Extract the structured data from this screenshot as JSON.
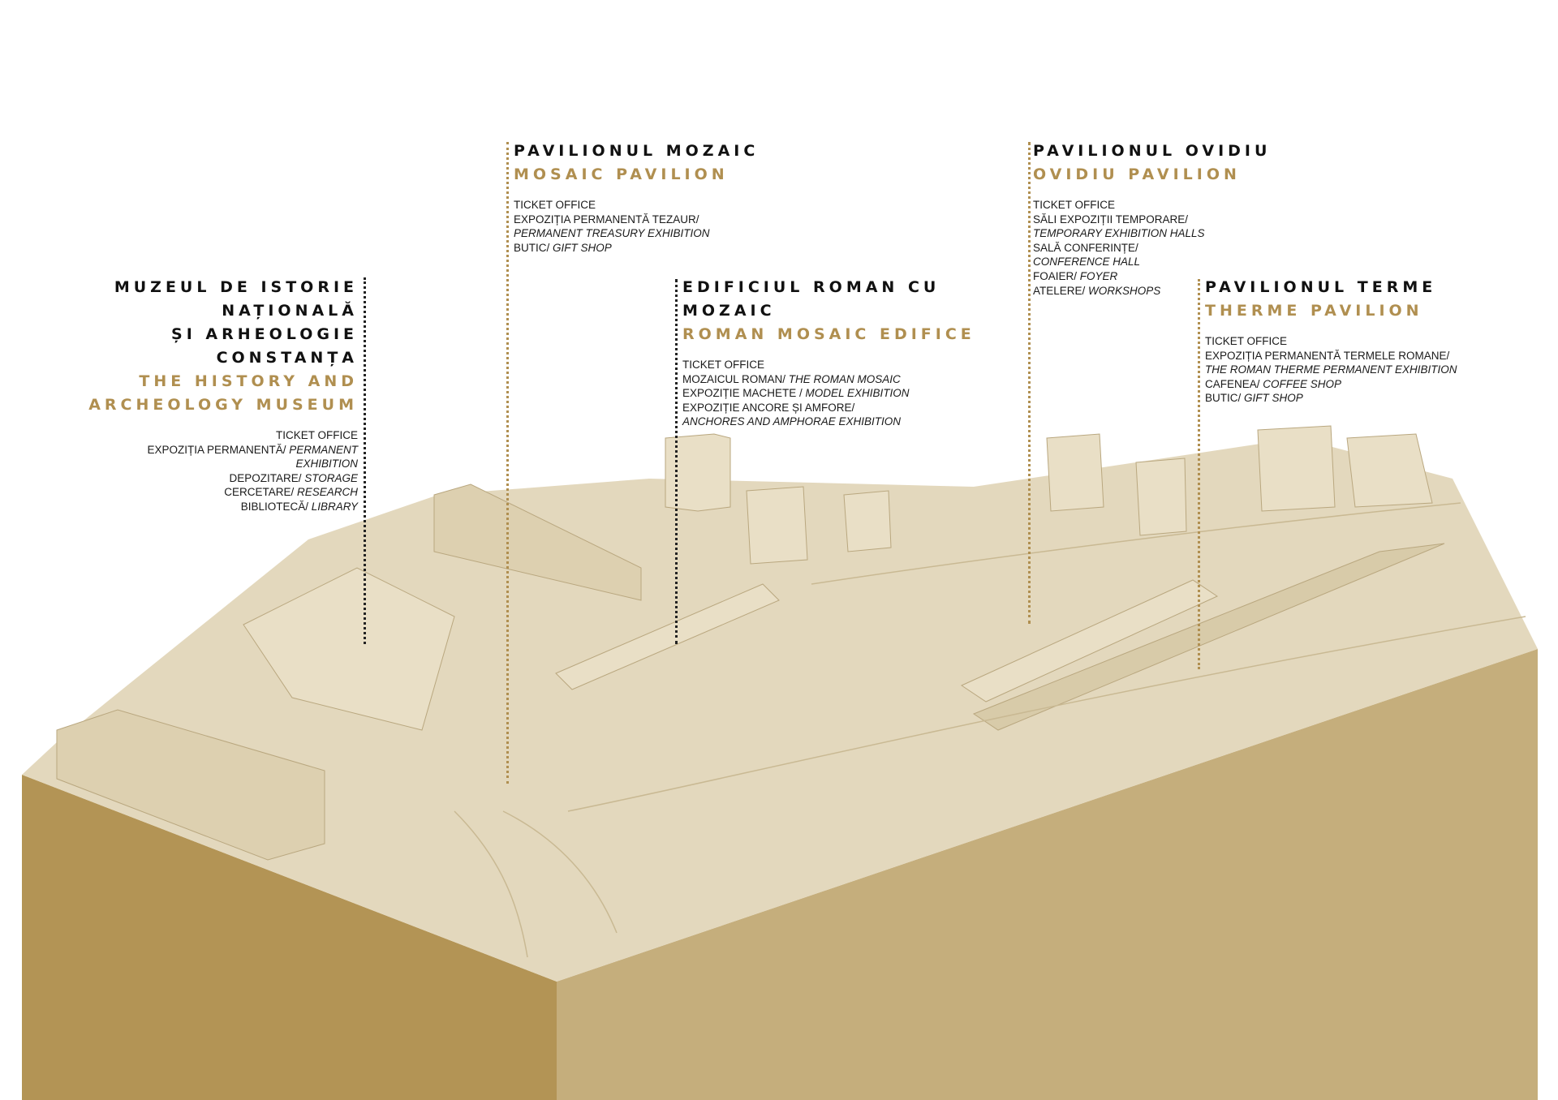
{
  "colors": {
    "accent": "#b08f50",
    "text": "#111111",
    "model_top": "#e3d8bd",
    "model_left": "#b39455",
    "model_right": "#c5ae7c"
  },
  "labels": {
    "museum": {
      "title_ro": [
        "MUZEUL DE ISTORIE",
        "NAȚIONALĂ",
        "ȘI ARHEOLOGIE",
        "CONSTANȚA"
      ],
      "title_en": [
        "THE HISTORY AND",
        "ARCHEOLOGY MUSEUM"
      ],
      "items": [
        {
          "ro": "TICKET OFFICE",
          "en": ""
        },
        {
          "ro": "EXPOZIȚIA PERMANENTĂ/ ",
          "en": "PERMANENT"
        },
        {
          "ro": "",
          "en": "EXHIBITION"
        },
        {
          "ro": "DEPOZITARE/ ",
          "en": "STORAGE"
        },
        {
          "ro": "CERCETARE/ ",
          "en": "RESEARCH"
        },
        {
          "ro": "BIBLIOTECĂ/ ",
          "en": "LIBRARY"
        }
      ]
    },
    "mosaic": {
      "title_ro": [
        "PAVILIONUL MOZAIC"
      ],
      "title_en": [
        "MOSAIC PAVILION"
      ],
      "items": [
        {
          "ro": "TICKET OFFICE",
          "en": ""
        },
        {
          "ro": "EXPOZIȚIA PERMANENTĂ TEZAUR/",
          "en": ""
        },
        {
          "ro": "",
          "en": "PERMANENT TREASURY EXHIBITION"
        },
        {
          "ro": "BUTIC/ ",
          "en": "GIFT SHOP"
        }
      ]
    },
    "edifice": {
      "title_ro": [
        "EDIFICIUL ROMAN CU",
        "MOZAIC"
      ],
      "title_en": [
        "ROMAN MOSAIC EDIFICE"
      ],
      "items": [
        {
          "ro": "TICKET OFFICE",
          "en": ""
        },
        {
          "ro": "MOZAICUL ROMAN/ ",
          "en": "THE ROMAN MOSAIC"
        },
        {
          "ro": "EXPOZIȚIE MACHETE / ",
          "en": "MODEL EXHIBITION"
        },
        {
          "ro": "EXPOZIȚIE ANCORE ȘI AMFORE/",
          "en": ""
        },
        {
          "ro": "",
          "en": "ANCHORES AND AMPHORAE EXHIBITION"
        }
      ]
    },
    "ovidiu": {
      "title_ro": [
        "PAVILIONUL OVIDIU"
      ],
      "title_en": [
        "OVIDIU PAVILION"
      ],
      "items": [
        {
          "ro": "TICKET OFFICE",
          "en": ""
        },
        {
          "ro": "SĂLI EXPOZIȚII TEMPORARE/",
          "en": ""
        },
        {
          "ro": "",
          "en": "TEMPORARY EXHIBITION HALLS"
        },
        {
          "ro": "SALĂ CONFERINȚE/",
          "en": ""
        },
        {
          "ro": "",
          "en": "CONFERENCE HALL"
        },
        {
          "ro": "FOAIER/ ",
          "en": "FOYER"
        },
        {
          "ro": "ATELERE/ ",
          "en": "WORKSHOPS"
        }
      ]
    },
    "therme": {
      "title_ro": [
        "PAVILIONUL TERME"
      ],
      "title_en": [
        "THERME PAVILION"
      ],
      "items": [
        {
          "ro": "TICKET OFFICE",
          "en": ""
        },
        {
          "ro": "EXPOZIȚIA PERMANENTĂ TERMELE ROMANE/",
          "en": ""
        },
        {
          "ro": "",
          "en": "THE ROMAN THERME PERMANENT EXHIBITION"
        },
        {
          "ro": "CAFENEA/ ",
          "en": "COFFEE SHOP"
        },
        {
          "ro": "BUTIC/ ",
          "en": "GIFT SHOP"
        }
      ]
    }
  }
}
